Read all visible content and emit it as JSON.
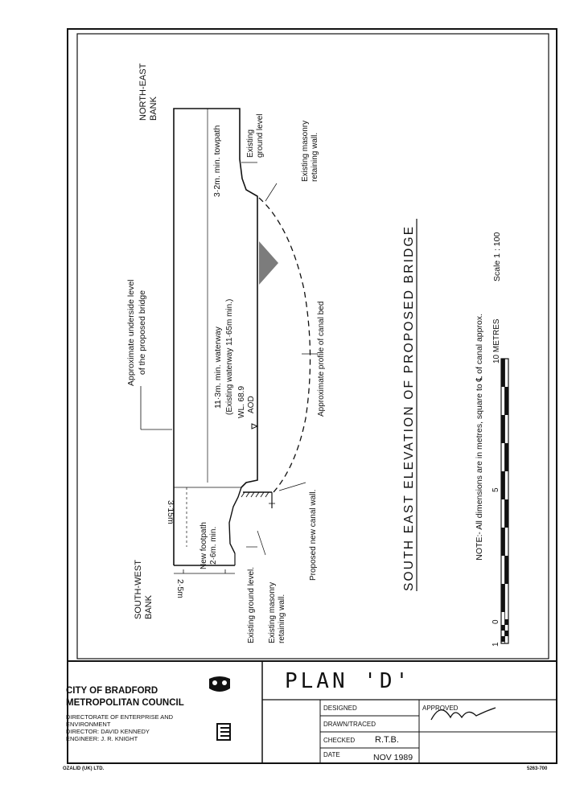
{
  "drawing": {
    "title": "SOUTH EAST ELEVATION OF PROPOSED BRIDGE",
    "note": "NOTE:- All dimensions are in metres, square to ℄ of canal approx.",
    "scale": "Scale 1 : 100",
    "banks": {
      "north_east": [
        "NORTH-EAST",
        "BANK"
      ],
      "south_west": [
        "SOUTH-WEST",
        "BANK"
      ]
    },
    "labels": {
      "underside": [
        "Approximate underside level",
        "of the proposed bridge"
      ],
      "towpath": "3·2m. min. towpath",
      "existing_ground_ne": [
        "Existing",
        "ground level"
      ],
      "masonry_ne": [
        "Existing masonry",
        "retaining wall."
      ],
      "waterway": "11·3m. min. waterway",
      "existing_waterway": "(Existing waterway 11·65m min.)",
      "water_level": [
        "WL. 68.9",
        "AOD"
      ],
      "canal_bed": "Approximate profile of canal bed",
      "dim_315": "3·15m",
      "new_footpath": [
        "New footpath",
        "2·6m. min."
      ],
      "dim_25": "2·5m",
      "existing_ground_sw": "Existing ground level.",
      "masonry_sw": [
        "Existing masonry",
        "retaining wall."
      ],
      "new_canal_wall": "Proposed new canal wall."
    },
    "scale_bar": {
      "title": "10 METRES",
      "ticks": [
        "0",
        "1",
        "5",
        "10"
      ]
    }
  },
  "title_block": {
    "org_line1": "CITY OF BRADFORD",
    "org_line2": "METROPOLITAN COUNCIL",
    "directorate": [
      "DIRECTORATE OF ENTERPRISE AND",
      "ENVIRONMENT",
      "DIRECTOR: DAVID KENNEDY",
      "ENGINEER: J. R. KNIGHT"
    ],
    "plan_label": "PLAN 'D'",
    "designed_label": "DESIGNED",
    "approved_label": "APPROVED",
    "drawn_label": "DRAWN/TRACED",
    "checked_label": "CHECKED",
    "checked_value": "R.T.B.",
    "date_label": "DATE",
    "date_value": "NOV 1989",
    "printer": "OZALID (UK) LTD.",
    "sheet_ref": "5263-700"
  }
}
